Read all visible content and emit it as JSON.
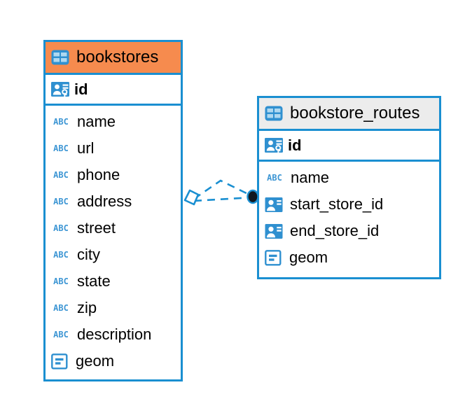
{
  "diagram": {
    "type": "entity-relationship-diagram",
    "background_color": "#ffffff",
    "accent_color": "#1a8fd1",
    "highlight_color": "#f68b4e"
  },
  "entities": [
    {
      "name": "bookstores",
      "header_color": "#f68b4e",
      "icon": "table-icon",
      "primary_key": {
        "label": "id",
        "icon": "primary-key-icon"
      },
      "fields": [
        {
          "label": "name",
          "icon": "text-type-icon"
        },
        {
          "label": "url",
          "icon": "text-type-icon"
        },
        {
          "label": "phone",
          "icon": "text-type-icon"
        },
        {
          "label": "address",
          "icon": "text-type-icon"
        },
        {
          "label": "street",
          "icon": "text-type-icon"
        },
        {
          "label": "city",
          "icon": "text-type-icon"
        },
        {
          "label": "state",
          "icon": "text-type-icon"
        },
        {
          "label": "zip",
          "icon": "text-type-icon"
        },
        {
          "label": "description",
          "icon": "text-type-icon"
        },
        {
          "label": "geom",
          "icon": "geometry-type-icon"
        }
      ]
    },
    {
      "name": "bookstore_routes",
      "header_color": "#ececec",
      "icon": "table-icon",
      "primary_key": {
        "label": "id",
        "icon": "primary-key-icon"
      },
      "fields": [
        {
          "label": "name",
          "icon": "text-type-icon"
        },
        {
          "label": "start_store_id",
          "icon": "foreign-key-icon"
        },
        {
          "label": "end_store_id",
          "icon": "foreign-key-icon"
        },
        {
          "label": "geom",
          "icon": "geometry-type-icon"
        }
      ]
    }
  ],
  "relationship": {
    "icon": "relationship-connector",
    "line_style": "dashed",
    "color": "#1a8fd1",
    "source_marker": "diamond-open",
    "target_marker": "circle-filled"
  },
  "icon_glyphs": {
    "abc": "ABC"
  }
}
